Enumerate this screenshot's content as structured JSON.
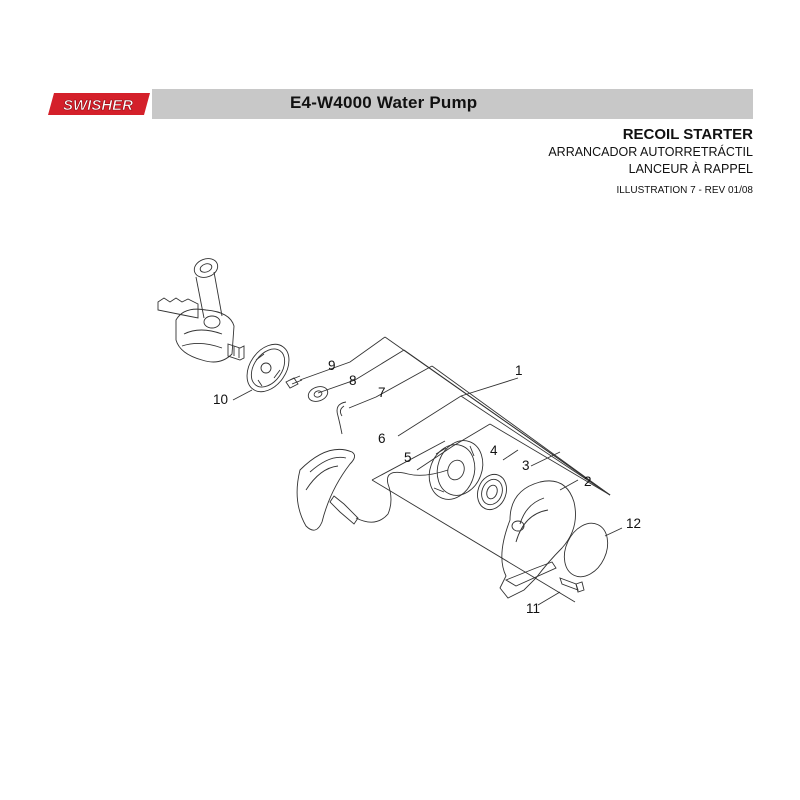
{
  "header": {
    "logo_text": "SWISHER",
    "model_title": "E4-W4000 Water Pump"
  },
  "titles": {
    "main": "RECOIL STARTER",
    "spanish": "ARRANCADOR AUTORRETRÁCTIL",
    "french": "LANCEUR À RAPPEL",
    "illustration": "ILLUSTRATION 7 - REV 01/08"
  },
  "callouts": {
    "c1": "1",
    "c2": "2",
    "c3": "3",
    "c4": "4",
    "c5": "5",
    "c6": "6",
    "c7": "7",
    "c8": "8",
    "c9": "9",
    "c10": "10",
    "c11": "11",
    "c12": "12"
  },
  "colors": {
    "logo_red": "#d4202a",
    "header_gray": "#c8c8c8",
    "line": "#333333"
  }
}
